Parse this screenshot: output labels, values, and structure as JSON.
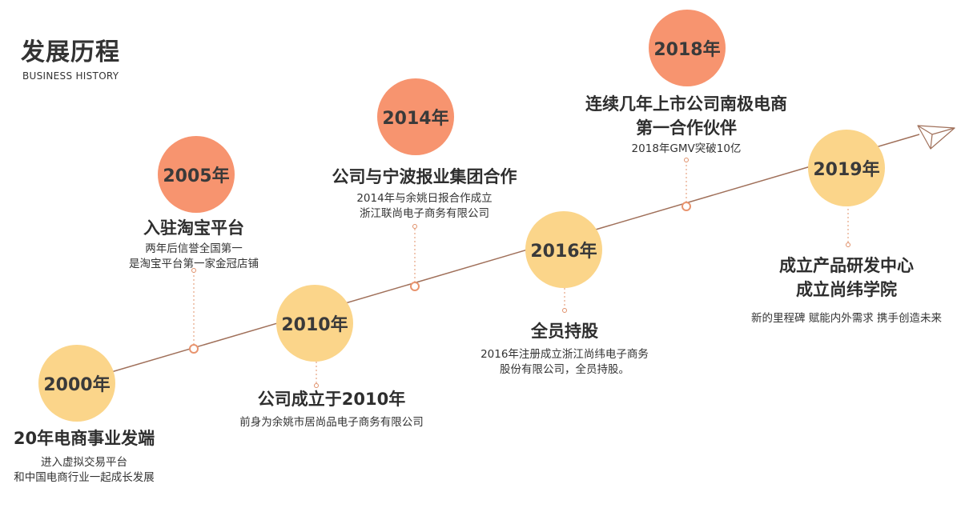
{
  "header": {
    "title": "发展历程",
    "subtitle": "BUSINESS HISTORY"
  },
  "colors": {
    "line": "#a0705a",
    "yellow": "#fbd58a",
    "orange": "#f7946f"
  },
  "milestones": [
    {
      "year": "2000年",
      "title": "20年电商事业发端",
      "desc": [
        "进入虚拟交易平台",
        "和中国电商行业一起成长发展"
      ]
    },
    {
      "year": "2005年",
      "title": "入驻淘宝平台",
      "desc": [
        "两年后信誉全国第一",
        "是淘宝平台第一家金冠店铺"
      ]
    },
    {
      "year": "2010年",
      "title": "公司成立于2010年",
      "desc": [
        "前身为余姚市居尚品电子商务有限公司"
      ]
    },
    {
      "year": "2014年",
      "title": "公司与宁波报业集团合作",
      "desc": [
        "2014年与余姚日报合作成立",
        "浙江联尚电子商务有限公司"
      ]
    },
    {
      "year": "2016年",
      "title": "全员持股",
      "desc": [
        "2016年注册成立浙江尚纬电子商务",
        "股份有限公司，全员持股。"
      ]
    },
    {
      "year": "2018年",
      "title": [
        "连续几年上市公司南极电商",
        "第一合作伙伴"
      ],
      "desc": [
        "2018年GMV突破10亿"
      ]
    },
    {
      "year": "2019年",
      "title": [
        "成立产品研发中心",
        "成立尚纬学院"
      ],
      "desc": [
        "新的里程碑 赋能内外需求 携手创造未来"
      ]
    }
  ],
  "icons": {
    "end": "paper-plane-icon"
  }
}
